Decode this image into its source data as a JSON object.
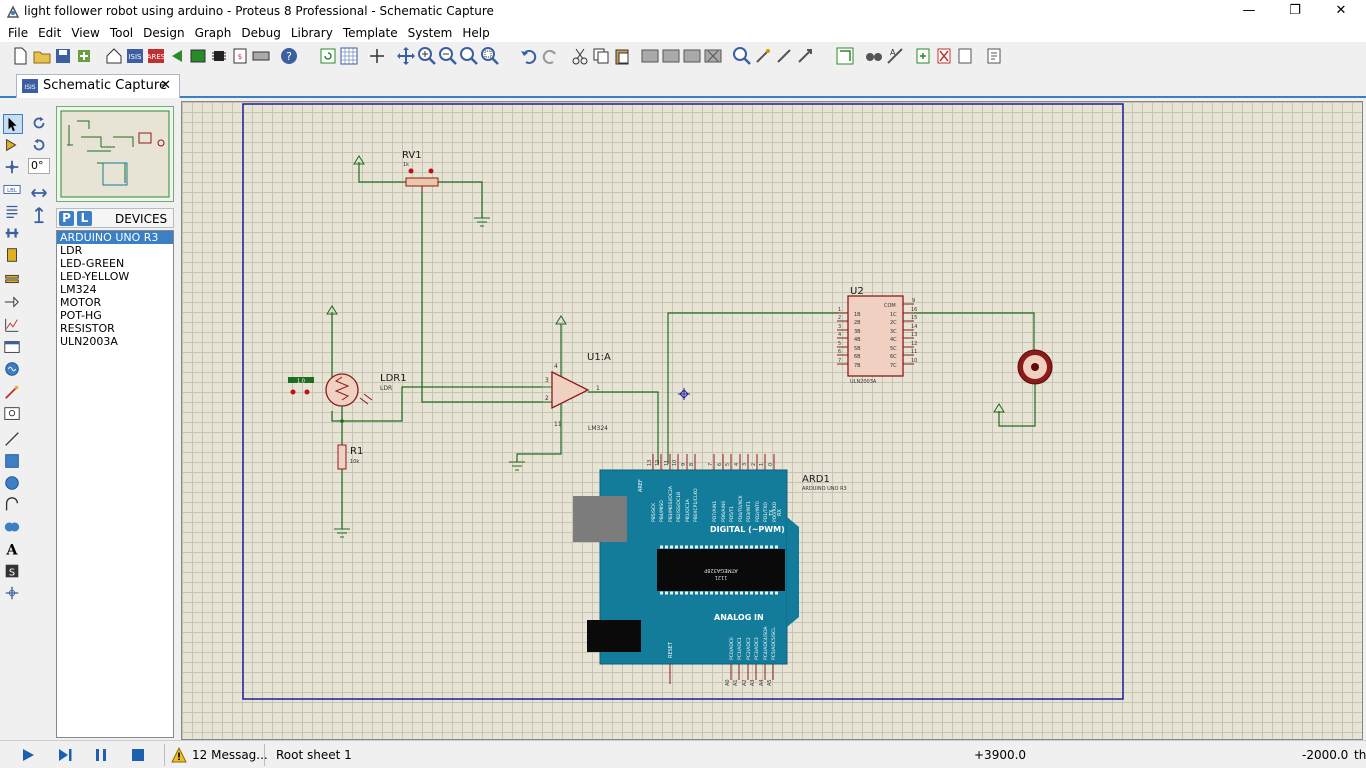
{
  "window": {
    "title": "light follower robot using arduino - Proteus 8 Professional - Schematic Capture",
    "minimize": "—",
    "maximize": "❐",
    "close": "✕"
  },
  "menu": [
    "File",
    "Edit",
    "View",
    "Tool",
    "Design",
    "Graph",
    "Debug",
    "Library",
    "Template",
    "System",
    "Help"
  ],
  "tab": {
    "label": "Schematic Capture",
    "close": "✕"
  },
  "panel": {
    "angle": "0°",
    "p_label": "P",
    "l_label": "L",
    "devices_title": "DEVICES",
    "devices": [
      "ARDUINO UNO R3",
      "LDR",
      "LED-GREEN",
      "LED-YELLOW",
      "LM324",
      "MOTOR",
      "POT-HG",
      "RESISTOR",
      "ULN2003A"
    ],
    "selected_index": 0
  },
  "schematic": {
    "rv1": {
      "ref": "RV1",
      "value": "1k"
    },
    "ldr1": {
      "ref": "LDR1",
      "type": "LDR",
      "value": "1.0"
    },
    "r1": {
      "ref": "R1",
      "value": "10k"
    },
    "u1": {
      "ref": "U1:A",
      "type": "LM324",
      "pin_plus": "3",
      "pin_minus": "2",
      "pin_out": "1",
      "pin_vcc": "4",
      "pin_gnd": "11"
    },
    "u2": {
      "ref": "U2",
      "type": "ULN2003A",
      "com": "COM",
      "inputs": [
        "1B",
        "2B",
        "3B",
        "4B",
        "5B",
        "6B",
        "7B"
      ],
      "outputs": [
        "1C",
        "2C",
        "3C",
        "4C",
        "5C",
        "6C",
        "7C"
      ],
      "in_pins": [
        "1",
        "2",
        "3",
        "4",
        "5",
        "6",
        "7"
      ],
      "out_pins": [
        "16",
        "15",
        "14",
        "13",
        "12",
        "11",
        "10"
      ],
      "com_pin": "9"
    },
    "ard1": {
      "ref": "ARD1",
      "type": "ARDUINO UNO R3",
      "digital_label": "DIGITAL (~PWM)",
      "analog_label": "ANALOG IN",
      "aref": "AREF",
      "reset": "RESET",
      "chip": "ATMEGA328P",
      "chip_sub": "1121",
      "top_pins": [
        "13",
        "12",
        "11",
        "10",
        "9",
        "8",
        "7",
        "6",
        "5",
        "4",
        "3",
        "2",
        "1",
        "0"
      ],
      "top_labels": [
        "PB5/SCK",
        "PB4/MISO",
        "PB3/MOSI/OC2A",
        "PB2/SS/OC1B",
        "PB1/OC1A",
        "PB0/ICP1/CLKO",
        "PD7/AIN1",
        "PD6/AIN0",
        "PD5/T1",
        "PD4/T0/XCK",
        "PD3/INT1",
        "PD2/INT0",
        "PD1/TXD",
        "PD0/RXD"
      ],
      "tx": "TX",
      "rx": "RX",
      "analog_pins": [
        "A0",
        "A1",
        "A2",
        "A3",
        "A4",
        "A5"
      ],
      "analog_labels": [
        "PC0/ADC0",
        "PC1/ADC1",
        "PC2/ADC2",
        "PC3/ADC3",
        "PC4/ADC4/SDA",
        "PC5/ADC5/SCL"
      ]
    }
  },
  "status": {
    "messages": "12 Messag...",
    "sheet": "Root sheet 1",
    "x_coord": "+3900.0",
    "y_coord": "-2000.0",
    "unit": "th"
  },
  "colors": {
    "accent": "#3b7fc4",
    "wire": "#1f6b1f",
    "component": "#8b1a1a",
    "arduino": "#137c9b",
    "sheet_border": "#1e1e9e"
  }
}
